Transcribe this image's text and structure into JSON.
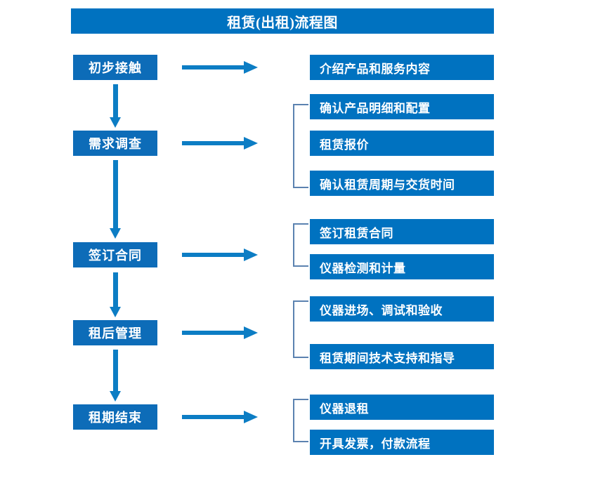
{
  "title": "租赁(出租)流程图",
  "theme": {
    "title_bar_color": "#0072c0",
    "stage_box_color": "#0d6cb8",
    "task_box_color": "#0072c0",
    "arrow_color": "#0c7dc4",
    "bracket_color": "#5b82b0",
    "text_color": "#ffffff",
    "background": "#ffffff"
  },
  "stages": [
    {
      "id": "stage-1",
      "label": "初步接触"
    },
    {
      "id": "stage-2",
      "label": "需求调查"
    },
    {
      "id": "stage-3",
      "label": "签订合同"
    },
    {
      "id": "stage-4",
      "label": "租后管理"
    },
    {
      "id": "stage-5",
      "label": "租期结束"
    }
  ],
  "tasks": [
    {
      "id": "task-1",
      "label": "介绍产品和服务内容"
    },
    {
      "id": "task-2",
      "label": "确认产品明细和配置"
    },
    {
      "id": "task-3",
      "label": "租赁报价"
    },
    {
      "id": "task-4",
      "label": "确认租赁周期与交货时间"
    },
    {
      "id": "task-5",
      "label": "签订租赁合同"
    },
    {
      "id": "task-6",
      "label": "仪器检测和计量"
    },
    {
      "id": "task-7",
      "label": "仪器进场、调试和验收"
    },
    {
      "id": "task-8",
      "label": "租赁期间技术支持和指导"
    },
    {
      "id": "task-9",
      "label": "仪器退租"
    },
    {
      "id": "task-10",
      "label": "开具发票，付款流程"
    }
  ],
  "groups": [
    {
      "stage": "需求调查",
      "tasks": [
        "确认产品明细和配置",
        "租赁报价",
        "确认租赁周期与交货时间"
      ]
    },
    {
      "stage": "签订合同",
      "tasks": [
        "签订租赁合同",
        "仪器检测和计量"
      ]
    },
    {
      "stage": "租后管理",
      "tasks": [
        "仪器进场、调试和验收",
        "租赁期间技术支持和指导"
      ]
    },
    {
      "stage": "租期结束",
      "tasks": [
        "仪器退租",
        "开具发票，付款流程"
      ]
    }
  ],
  "flow_sequence": [
    "初步接触",
    "需求调查",
    "签订合同",
    "租后管理",
    "租期结束"
  ]
}
